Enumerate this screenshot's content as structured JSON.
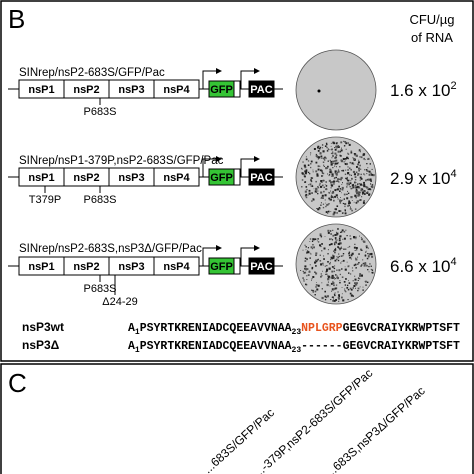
{
  "panel_b": {
    "letter": "B",
    "cfu_header_line1": "CFU/µg",
    "cfu_header_line2": "of RNA",
    "constructs": [
      {
        "name": "SINrep/nsP2-683S/GFP/Pac",
        "boxes": [
          "nsP1",
          "nsP2",
          "nsP3",
          "nsP4"
        ],
        "gfp_label": "GFP",
        "pac_label": "PAC",
        "mutations": [
          "P683S"
        ],
        "cfu_mantissa": "1.6 x 10",
        "cfu_exp": "2"
      },
      {
        "name": "SINrep/nsP1-379P,nsP2-683S/GFP/Pac",
        "boxes": [
          "nsP1",
          "nsP2",
          "nsP3",
          "nsP4"
        ],
        "gfp_label": "GFP",
        "pac_label": "PAC",
        "mutations": [
          "T379P",
          "P683S"
        ],
        "cfu_mantissa": "2.9 x 10",
        "cfu_exp": "4"
      },
      {
        "name": "SINrep/nsP2-683S,nsP3Δ/GFP/Pac",
        "boxes": [
          "nsP1",
          "nsP2",
          "nsP3",
          "nsP4"
        ],
        "gfp_label": "GFP",
        "pac_label": "PAC",
        "mutations": [
          "P683S",
          "Δ24-29"
        ],
        "cfu_mantissa": "6.6 x 10",
        "cfu_exp": "4"
      }
    ],
    "sequences": [
      {
        "name": "nsP3wt",
        "start": "A",
        "start_sub": "1",
        "middle": "PSYRTKRENIADCQEEAVVNAA",
        "mid_sub": "23",
        "highlight": "NPLGRP",
        "end": "GEGVCRAIYKRWPTSFT"
      },
      {
        "name": "nsP3Δ",
        "start": "A",
        "start_sub": "1",
        "middle": "PSYRTKRENIADCQEEAVVNAA",
        "mid_sub": "23",
        "highlight": "------",
        "end": "GEGVCRAIYKRWPTSFT"
      }
    ]
  },
  "panel_c": {
    "letter": "C",
    "rotated_labels": [
      "...683S/GFP/Pac",
      "...-379P,nsP2-683S/GFP/Pac",
      "...683S,nsP3Δ/GFP/Pac"
    ]
  },
  "colors": {
    "gfp": "#35c435",
    "pac": "#000000",
    "highlight": "#e8541e",
    "plate": "#c8c8c8"
  }
}
